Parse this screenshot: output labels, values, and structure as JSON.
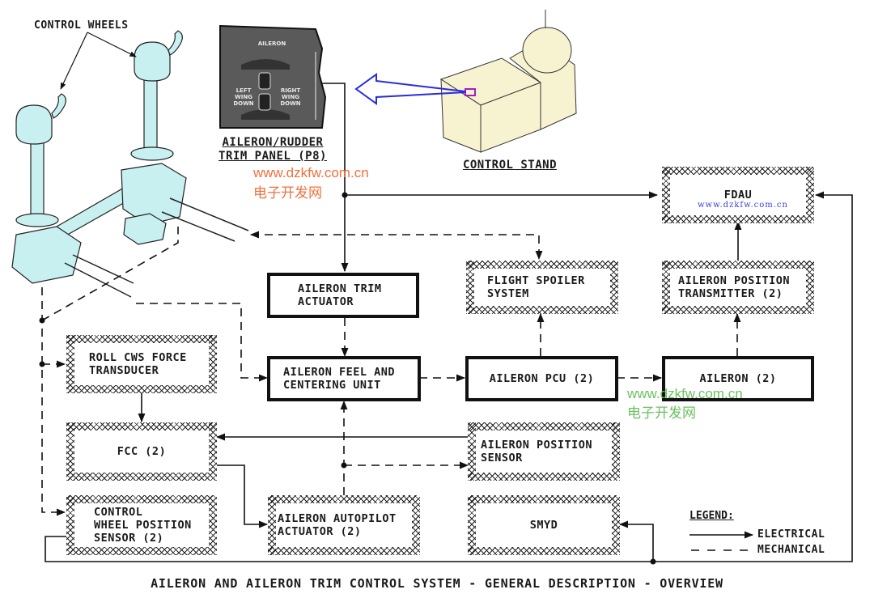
{
  "title": "AILERON AND AILERON TRIM CONTROL SYSTEM - GENERAL DESCRIPTION - OVERVIEW",
  "illustrations": {
    "control_wheels_label": "CONTROL WHEELS",
    "trim_panel_caption": "AILERON/RUDDER\nTRIM PANEL (P8)",
    "control_stand_caption": "CONTROL STAND",
    "panel": {
      "aileron_label": "AILERON",
      "left_label": "LEFT\nWING\nDOWN",
      "right_label": "RIGHT\nWING\nDOWN"
    }
  },
  "boxes": {
    "fdau": "FDAU",
    "aileron_position_transmitter": "AILERON POSITION\nTRANSMITTER (2)",
    "flight_spoiler_system": "FLIGHT SPOILER\nSYSTEM",
    "aileron_trim_actuator": "AILERON TRIM\nACTUATOR",
    "roll_cws_force_transducer": "ROLL CWS FORCE\nTRANSDUCER",
    "aileron_feel_centering_unit": "AILERON FEEL AND\nCENTERING UNIT",
    "aileron_pcu": "AILERON PCU (2)",
    "aileron": "AILERON (2)",
    "fcc": "FCC (2)",
    "aileron_position_sensor": "AILERON POSITION\nSENSOR",
    "control_wheel_position_sensor": "CONTROL\nWHEEL POSITION\nSENSOR (2)",
    "aileron_autopilot_actuator": "AILERON AUTOPILOT\nACTUATOR (2)",
    "smyd": "SMYD"
  },
  "legend": {
    "title": "LEGEND:",
    "electrical": "ELECTRICAL",
    "mechanical": "MECHANICAL"
  },
  "watermarks": {
    "url": "www.dzkfw.com.cn",
    "cn": "电子开发网",
    "url_small": "www.dzkfw.com.cn"
  },
  "colors": {
    "line": "#111111",
    "arrow_blue": "#2a2ae0",
    "wheel_fill": "#c8f0f0",
    "stand_fill": "#f7f3d0",
    "panel_fill": "#5a5a5a",
    "watermark_orange": "#f0703c",
    "watermark_green": "#6cc060"
  }
}
